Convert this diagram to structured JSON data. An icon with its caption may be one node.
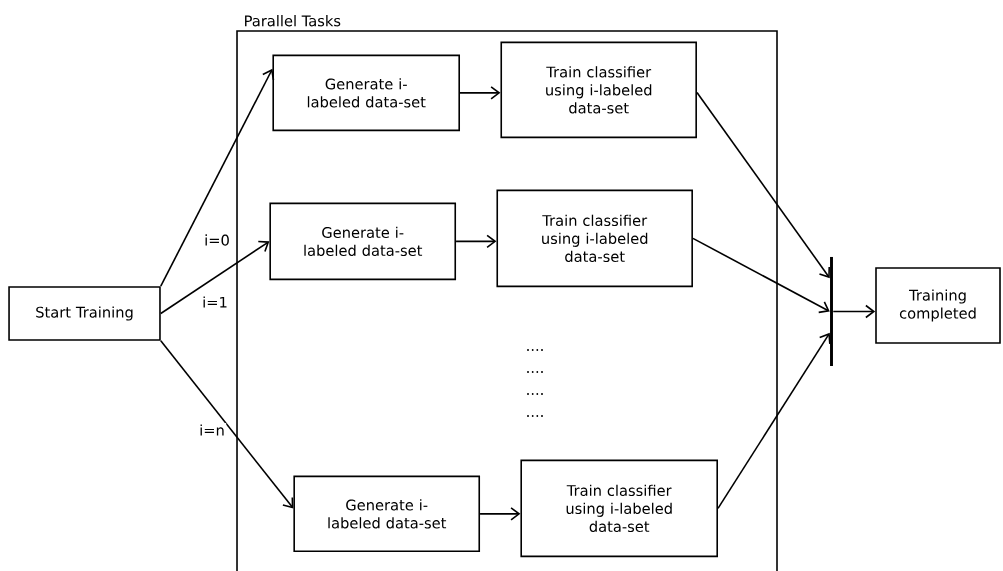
{
  "diagram": {
    "nodes": [
      {
        "text": [
          "Parallel Tasks"
        ]
      },
      {
        "text": [
          "Start Training"
        ]
      },
      {
        "text": [
          "Generate i-labeled data-set"
        ],
        "in": 0
      },
      {
        "text": [
          "Train classifier using i-labeled data-set"
        ],
        "in": 0
      },
      {
        "text": [
          "Generate i-labeled data-set"
        ],
        "in": 0
      },
      {
        "text": [
          "Train classifier using i-labeled data-set"
        ],
        "in": 0
      },
      {
        "text": [
          "Generate i-labeled data-set"
        ],
        "in": 0
      },
      {
        "text": [
          "Train classifier using i-labeled data-set"
        ],
        "in": 0
      },
      {
        "text": [],
        "shape": "bar"
      },
      {
        "text": [
          "Training completed"
        ]
      }
    ],
    "edges": [
      {
        "from": 1,
        "to": 2,
        "arrow": "to",
        "label": "i=0"
      },
      {
        "from": 1,
        "to": 4,
        "arrow": "to",
        "label": "i=1"
      },
      {
        "from": 1,
        "to": 6,
        "arrow": "to",
        "label": "i=n"
      },
      {
        "from": 2,
        "to": 3,
        "arrow": "to"
      },
      {
        "from": 4,
        "to": 5,
        "arrow": "to"
      },
      {
        "from": 6,
        "to": 7,
        "arrow": "to"
      },
      {
        "from": 3,
        "to": 8,
        "arrow": "to"
      },
      {
        "from": 5,
        "to": 8,
        "arrow": "to"
      },
      {
        "from": 7,
        "to": 8,
        "arrow": "to"
      },
      {
        "from": 8,
        "to": 9,
        "arrow": "to"
      }
    ],
    "labels": [
      "....",
      "....",
      "....",
      "...."
    ]
  }
}
